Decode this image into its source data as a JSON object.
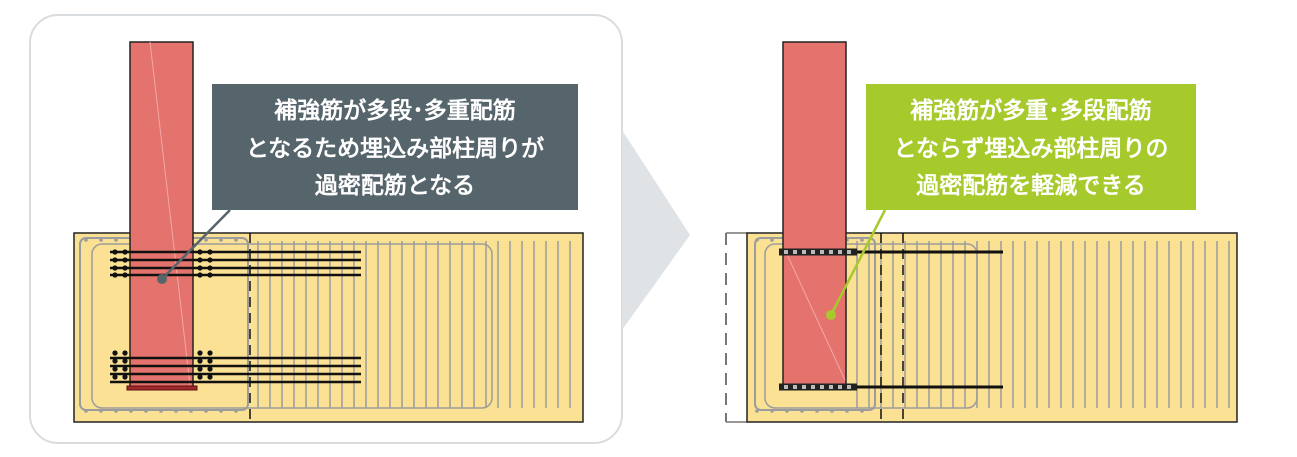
{
  "left_panel": {
    "callout_lines": [
      "補強筋が多段･多重配筋",
      "となるため埋込み部柱周りが",
      "過密配筋となる"
    ],
    "callout_color": "#56646b"
  },
  "right_panel": {
    "callout_lines": [
      "補強筋が多重･多段配筋",
      "とならず埋込み部柱周りの",
      "過密配筋を軽減できる"
    ],
    "callout_color": "#a6c92c"
  },
  "colors": {
    "footing": "#fbe193",
    "column": "#e5736d",
    "rebar": "#9c9c9c",
    "bar": "#111111",
    "arrow": "#dfe3e6"
  }
}
